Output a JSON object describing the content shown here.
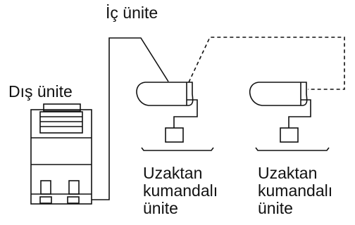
{
  "labels": {
    "indoor_unit": "İç ünite",
    "outdoor_unit": "Dış ünite",
    "remote_units": [
      {
        "line1": "Uzaktan",
        "line2": "kumandalı",
        "line3": "ünite"
      },
      {
        "line1": "Uzaktan",
        "line2": "kumandalı",
        "line3": "ünite"
      }
    ]
  }
}
